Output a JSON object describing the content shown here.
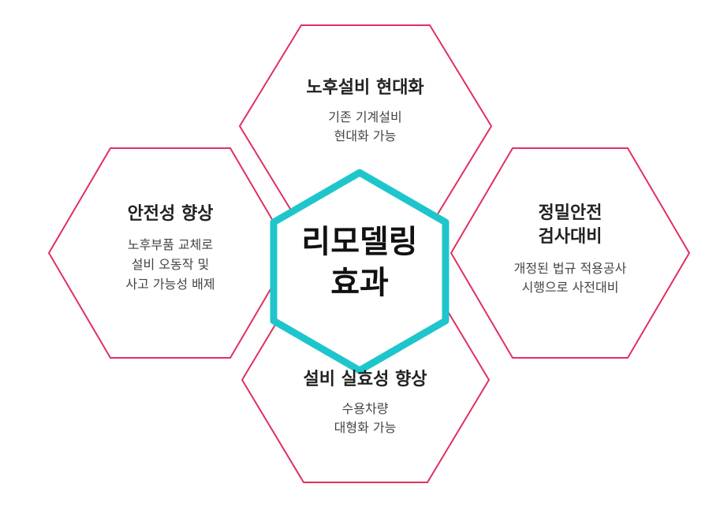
{
  "colors": {
    "outer_stroke": "#e0305f",
    "center_stroke": "#1ec6cc",
    "title_text": "#222222",
    "desc_text": "#444444"
  },
  "center": {
    "line1": "리모델링",
    "line2": "효과"
  },
  "top": {
    "title": "노후설비 현대화",
    "desc1": "기존 기계설비",
    "desc2": "현대화 가능"
  },
  "left": {
    "title": "안전성 향상",
    "desc1": "노후부품 교체로",
    "desc2": "설비 오동작 및",
    "desc3": "사고 가능성 배제"
  },
  "right": {
    "title1": "정밀안전",
    "title2": "검사대비",
    "desc1": "개정된 법규 적용공사",
    "desc2": "시행으로 사전대비"
  },
  "bottom": {
    "title": "설비 실효성 향상",
    "desc1": "수용차량",
    "desc2": "대형화 가능"
  }
}
